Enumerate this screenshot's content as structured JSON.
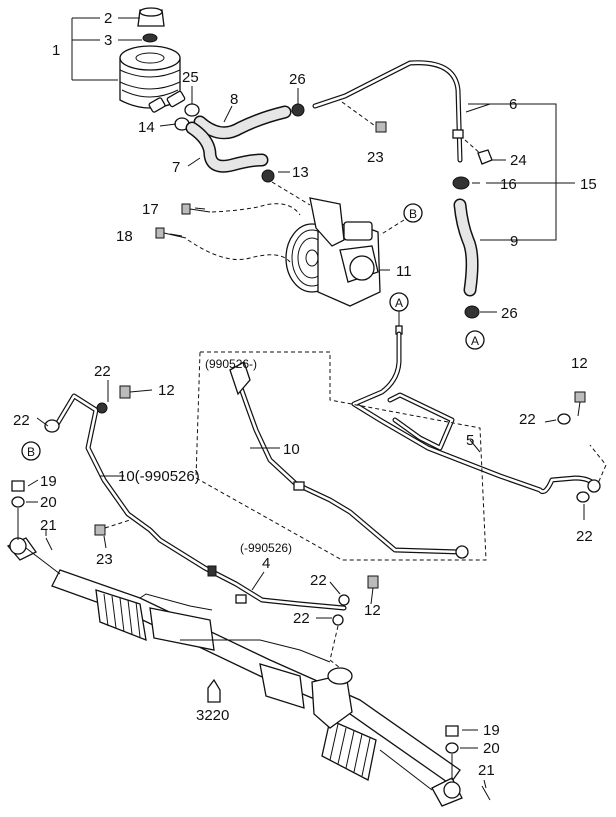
{
  "labels": {
    "l1": "1",
    "l2": "2",
    "l3": "3",
    "l25": "25",
    "l14": "14",
    "l8": "8",
    "l7": "7",
    "l26a": "26",
    "l23a": "23",
    "l13": "13",
    "l6": "6",
    "l24": "24",
    "l16": "16",
    "l15": "15",
    "l9": "9",
    "l26b": "26",
    "l17": "17",
    "l18": "18",
    "l11": "11",
    "l22a": "22",
    "l12a": "12",
    "l22b": "22",
    "l10a": "10(-990526)",
    "l19a": "19",
    "l20a": "20",
    "l21a": "21",
    "l23b": "23",
    "l10b": "10",
    "l4": "4",
    "l22c": "22",
    "l12b": "12",
    "l22d": "22",
    "l3220": "3220",
    "l12c": "12",
    "l22e": "22",
    "l5": "5",
    "l22f": "22",
    "l19b": "19",
    "l20b": "20",
    "l21b": "21"
  },
  "callouts": {
    "A_top": "A",
    "A_bottom": "A",
    "B_pump": "B",
    "B_left": "B"
  },
  "notes": {
    "box_note": "(990526-)",
    "pipe4_note": "(-990526)"
  }
}
